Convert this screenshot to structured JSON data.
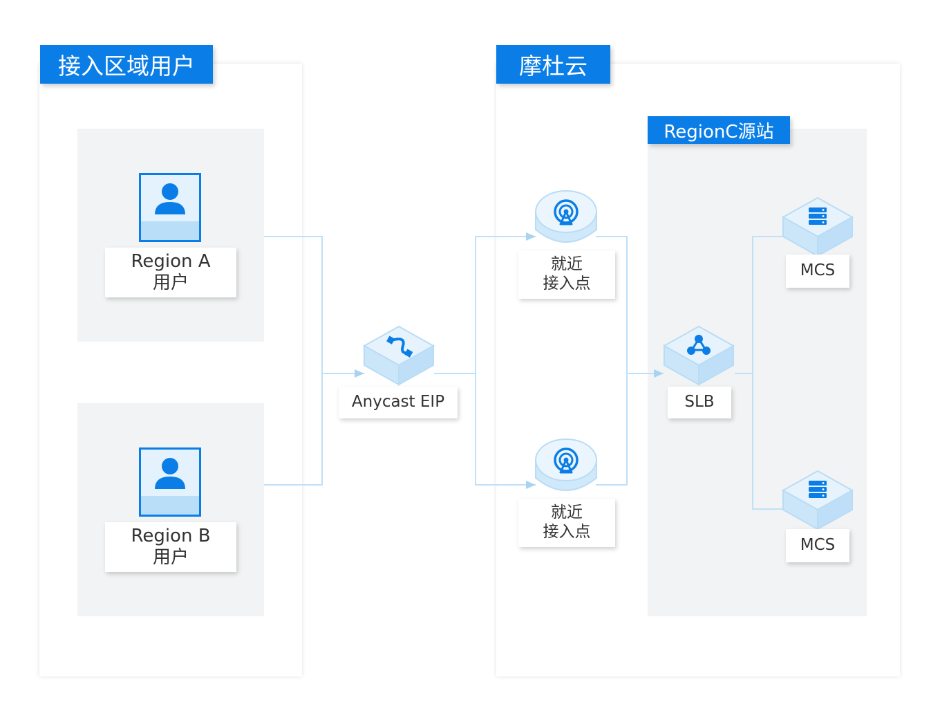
{
  "colors": {
    "accent": "#0a7ee6",
    "connector": "#bfe0f7",
    "region_background": "#f1f3f4",
    "icon_light": "#d6ecfa",
    "icon_blue": "#1a8ae8"
  },
  "left_group": {
    "title": "接入区域用户",
    "users": [
      {
        "label_line1": "Region A",
        "label_line2": "用户",
        "icon": "user-icon"
      },
      {
        "label_line1": "Region B",
        "label_line2": "用户",
        "icon": "user-icon"
      }
    ]
  },
  "center": {
    "label": "Anycast EIP",
    "icon": "anycast-link-icon"
  },
  "right_group": {
    "title": "摩杜云",
    "access_points": [
      {
        "label_line1": "就近",
        "label_line2": "接入点",
        "icon": "antenna-icon"
      },
      {
        "label_line1": "就近",
        "label_line2": "接入点",
        "icon": "antenna-icon"
      }
    ],
    "origin": {
      "title": "RegionC源站",
      "slb": {
        "label": "SLB",
        "icon": "load-balancer-icon"
      },
      "servers": [
        {
          "label": "MCS",
          "icon": "server-icon"
        },
        {
          "label": "MCS",
          "icon": "server-icon"
        }
      ]
    }
  }
}
